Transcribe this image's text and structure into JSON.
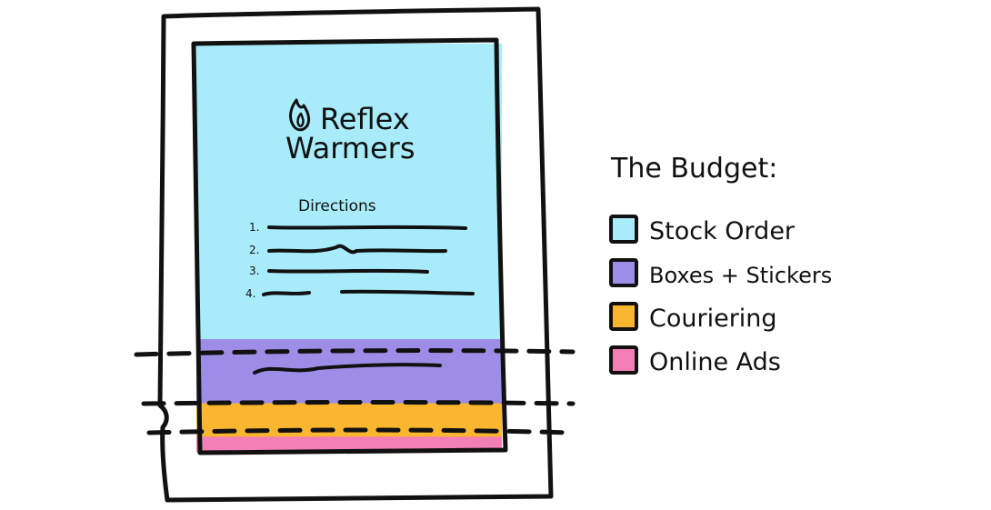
{
  "document": {
    "brand_line1": "Reflex",
    "brand_line2": "Warmers",
    "logo_icon": "flame-icon",
    "directions_heading": "Directions",
    "direction_numbers": [
      "1.",
      "2.",
      "3.",
      "4."
    ]
  },
  "legend": {
    "title": "The Budget:",
    "items": [
      {
        "label": "Stock Order",
        "color": "#a8ecfb"
      },
      {
        "label": "Boxes + Stickers",
        "color": "#9d8de6"
      },
      {
        "label": "Couriering",
        "color": "#fbb62f"
      },
      {
        "label": "Online Ads",
        "color": "#f27fb5"
      }
    ]
  },
  "budget_share": {
    "stock_order": 0.724,
    "boxes_stickers": 0.157,
    "couriering": 0.082,
    "online_ads": 0.037
  }
}
